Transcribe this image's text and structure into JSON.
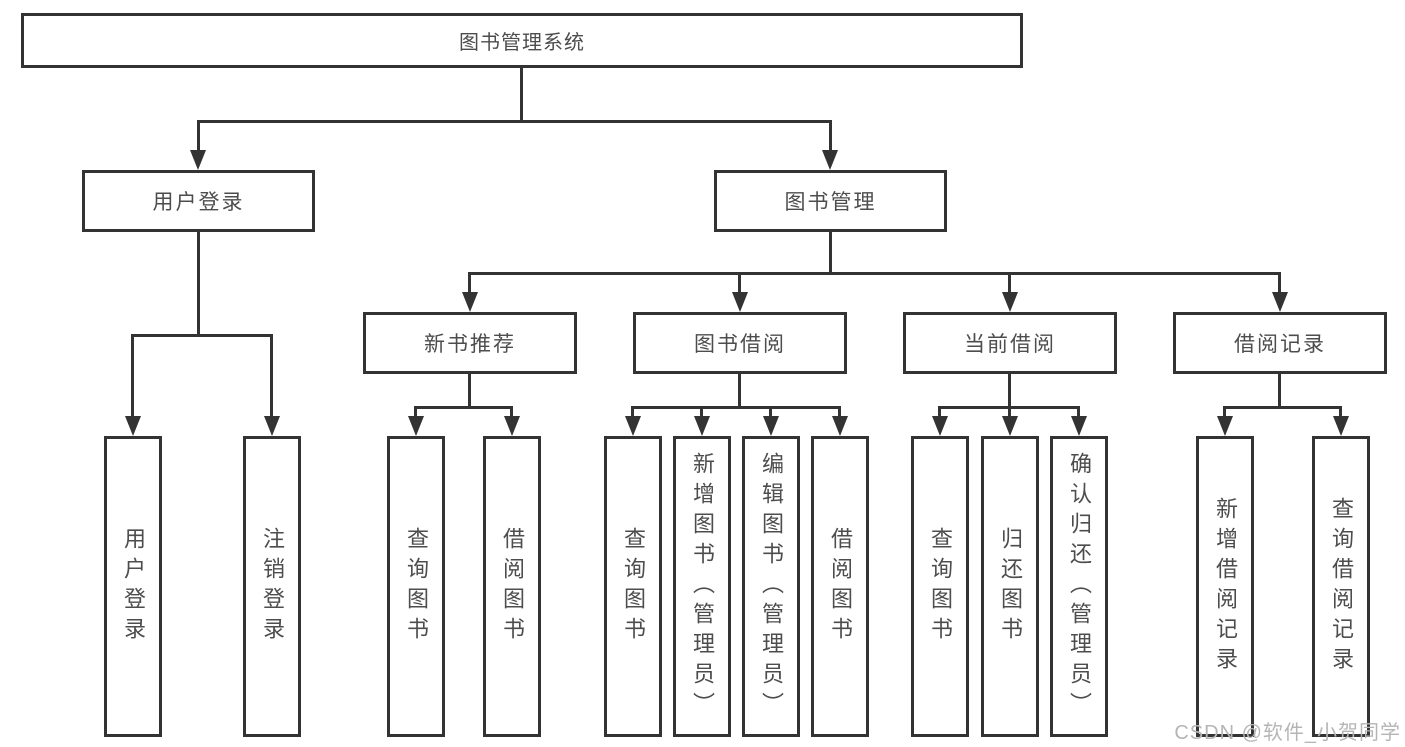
{
  "diagram": {
    "root": {
      "label": "图书管理系统"
    },
    "branches": [
      {
        "label": "用户登录",
        "children": [
          {
            "label": "用户登录"
          },
          {
            "label": "注销登录"
          }
        ]
      },
      {
        "label": "图书管理",
        "children": [
          {
            "label": "新书推荐",
            "children": [
              {
                "label": "查询图书"
              },
              {
                "label": "借阅图书"
              }
            ]
          },
          {
            "label": "图书借阅",
            "children": [
              {
                "label": "查询图书"
              },
              {
                "label": "新增图书（管理员）"
              },
              {
                "label": "编辑图书（管理员）"
              },
              {
                "label": "借阅图书"
              }
            ]
          },
          {
            "label": "当前借阅",
            "children": [
              {
                "label": "查询图书"
              },
              {
                "label": "归还图书"
              },
              {
                "label": "确认归还（管理员）"
              }
            ]
          },
          {
            "label": "借阅记录",
            "children": [
              {
                "label": "新增借阅记录"
              },
              {
                "label": "查询借阅记录"
              }
            ]
          }
        ]
      }
    ]
  },
  "watermark": {
    "text": "CSDN @软件_小贺同学"
  },
  "colors": {
    "line": "#333333",
    "text": "#4d4d4d",
    "watermark": "#b5b5b5",
    "bg": "#ffffff"
  }
}
